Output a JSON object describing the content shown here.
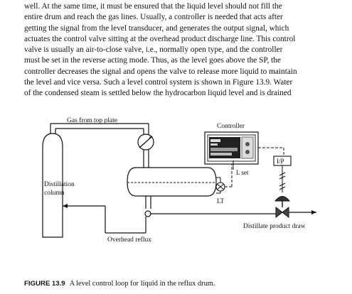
{
  "paragraph": {
    "lines": [
      "well. At the same time, it must be ensured that the liquid level should not fill the",
      "entire drum and reach the gas lines. Usually, a controller is needed that acts after",
      "getting the signal from the level transducer, and generates the output signal, which",
      "actuates the control valve sitting at the overhead product discharge line. This control",
      "valve is usually an air-to-close valve, i.e., normally open type, and the controller",
      "must be set in the reverse acting mode. Thus, as the level goes above the SP, the",
      "controller decreases the signal and opens the valve to release more liquid to maintain",
      "the level and vice versa. Such a level control system is shown in Figure 13.9. Water",
      "of the condensed steam is settled below the hydrocarbon liquid level and is drained"
    ]
  },
  "figure": {
    "labels": {
      "gas_line": "Gas from top plate",
      "controller": "Controller",
      "ip_converter": "I/P",
      "l_set": "L set",
      "lt": "LT",
      "distillation_line1": "Distillation",
      "distillation_line2": "column",
      "overhead_reflux": "Overhead reflux",
      "distillate_draw": "Distillate  product draw"
    },
    "caption_label": "FIGURE 13.9",
    "caption_text": "A level control loop for liquid in the reflux drum."
  }
}
